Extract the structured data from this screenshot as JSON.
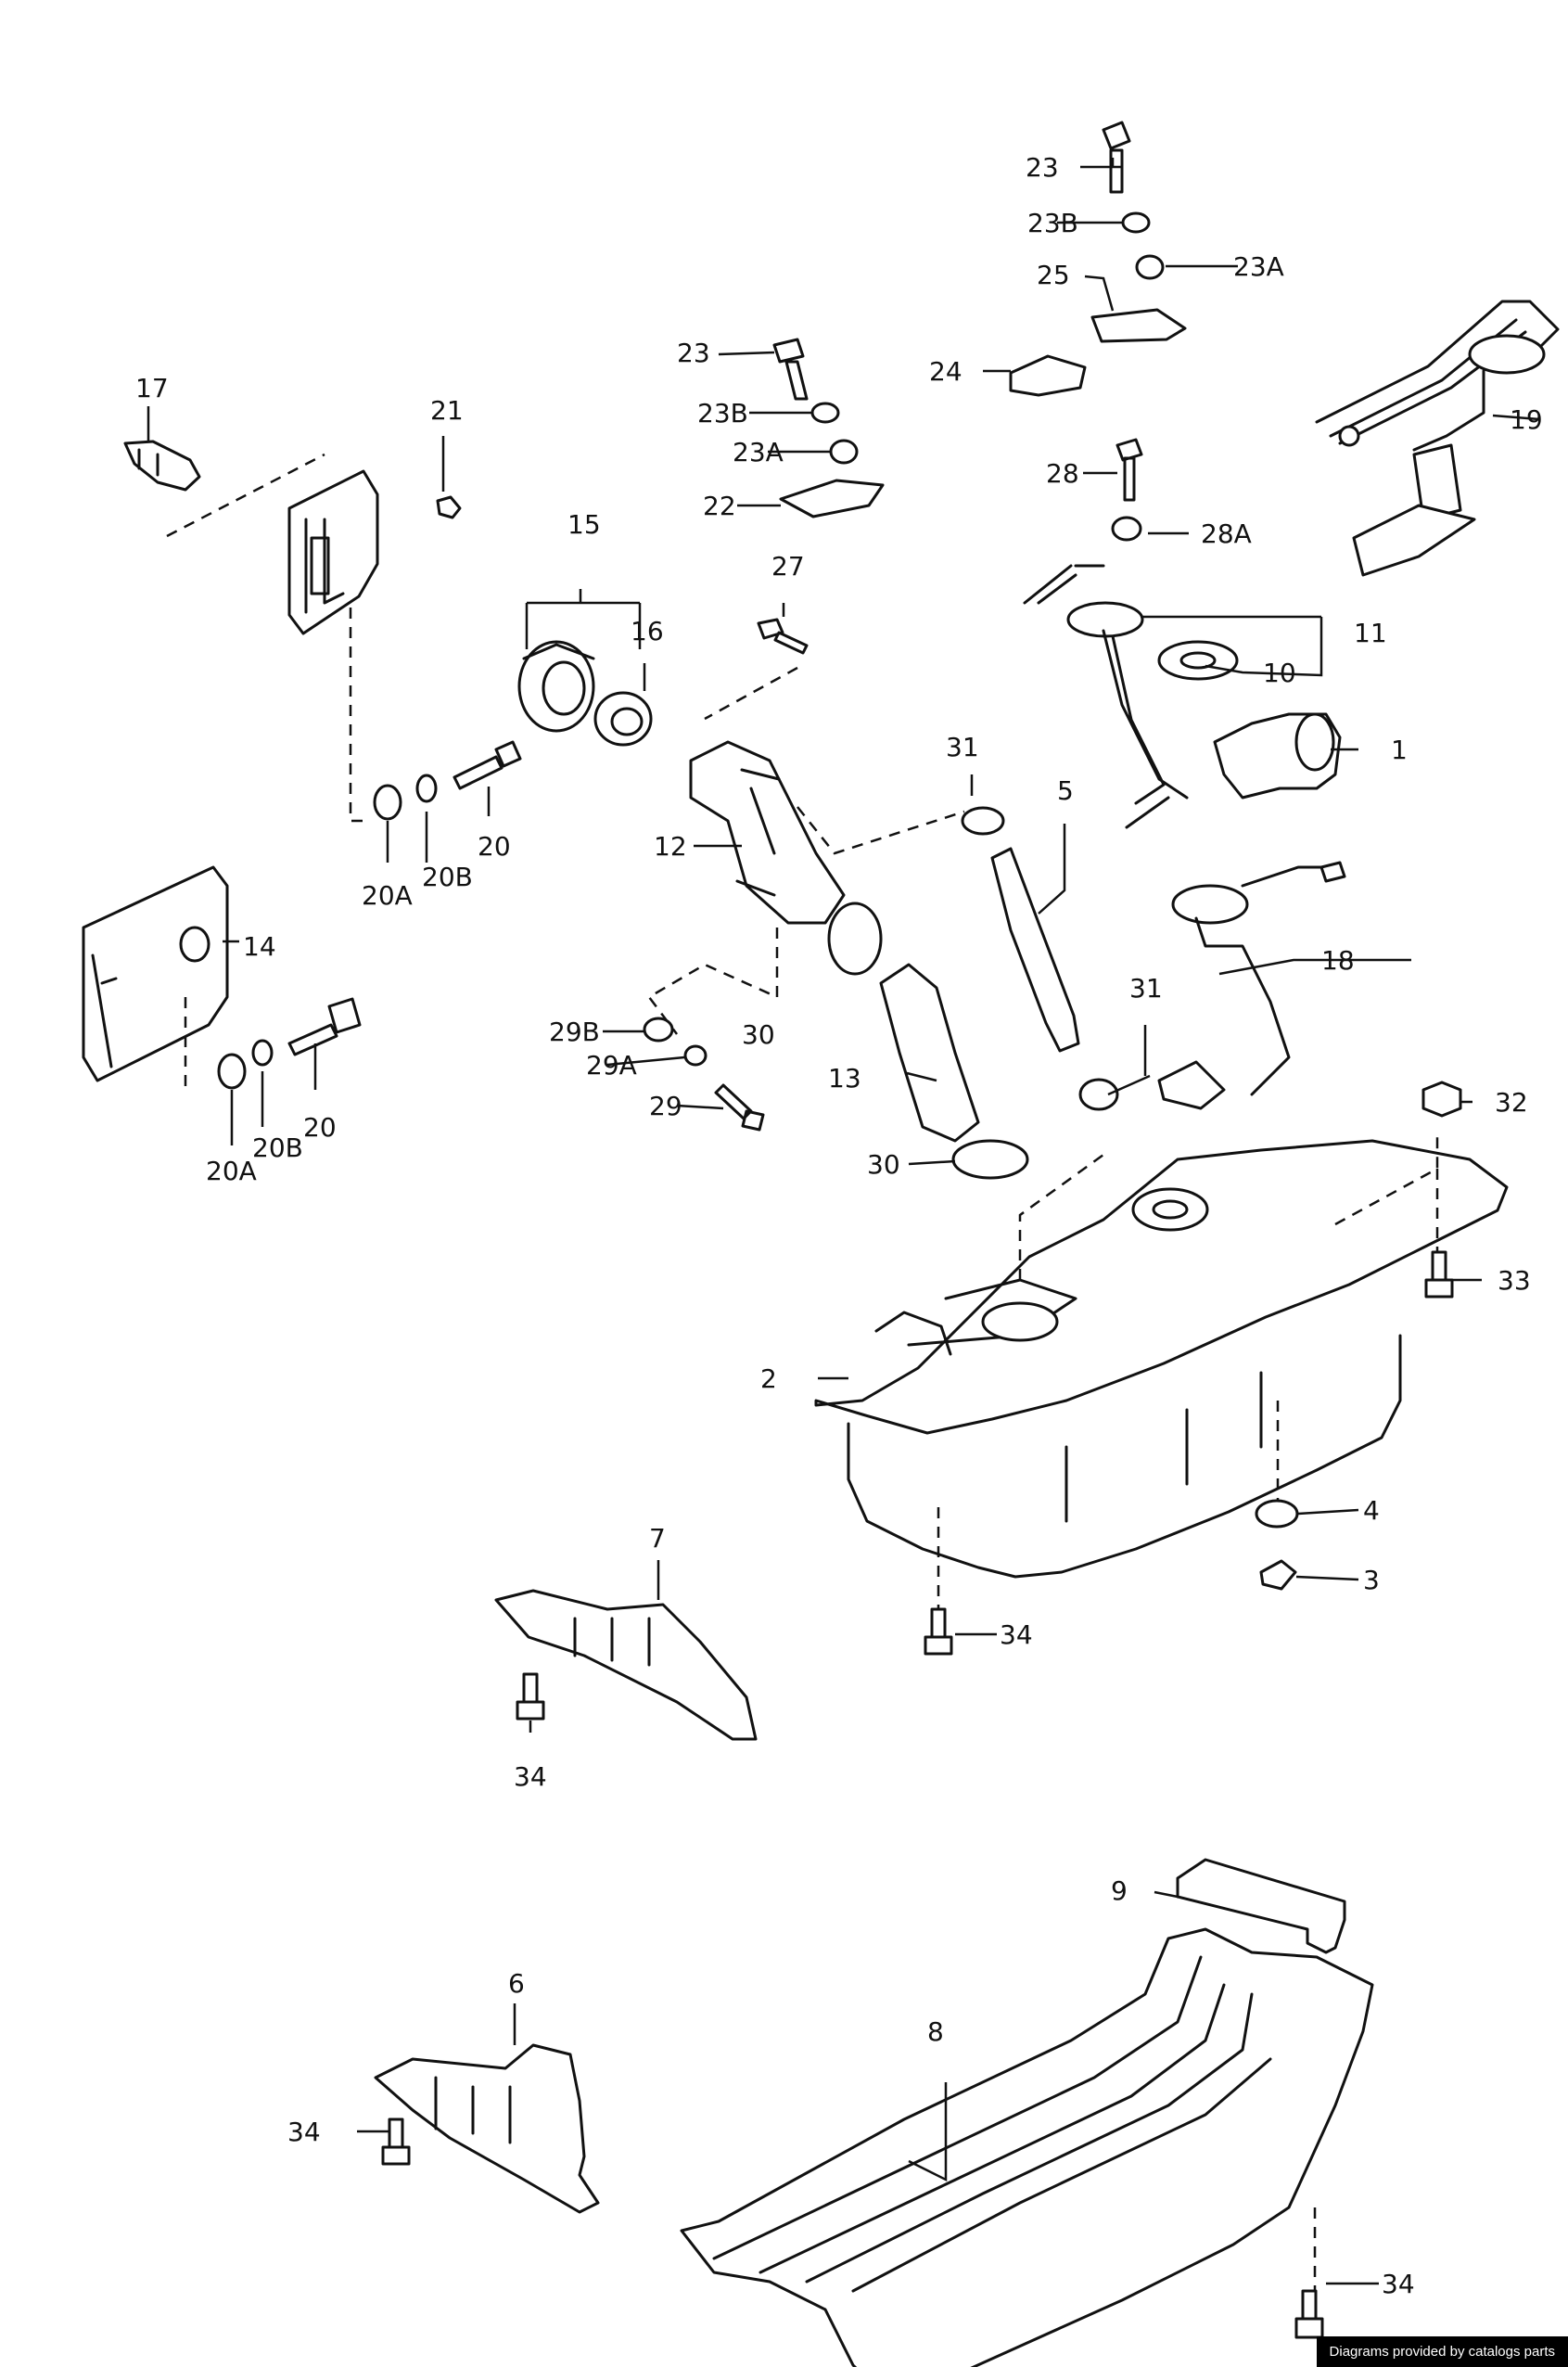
{
  "diagram": {
    "labels": {
      "p1": "1",
      "p2": "2",
      "p3": "3",
      "p4": "4",
      "p5": "5",
      "p6": "6",
      "p7": "7",
      "p8": "8",
      "p9": "9",
      "p10": "10",
      "p11": "11",
      "p12": "12",
      "p13": "13",
      "p14": "14",
      "p15": "15",
      "p16": "16",
      "p17": "17",
      "p18": "18",
      "p19": "19",
      "p20a": "20",
      "p20b": "20",
      "p20A_a": "20A",
      "p20A_b": "20A",
      "p20B_a": "20B",
      "p20B_b": "20B",
      "p21": "21",
      "p22": "22",
      "p23a": "23",
      "p23b": "23",
      "p23A_a": "23A",
      "p23A_b": "23A",
      "p23B_a": "23B",
      "p23B_b": "23B",
      "p24": "24",
      "p25": "25",
      "p27": "27",
      "p28": "28",
      "p28A": "28A",
      "p29": "29",
      "p29A": "29A",
      "p29B": "29B",
      "p30a": "30",
      "p30b": "30",
      "p31a": "31",
      "p31b": "31",
      "p32": "32",
      "p33": "33",
      "p34a": "34",
      "p34b": "34",
      "p34c": "34",
      "p34d": "34"
    }
  },
  "footer": {
    "credit": "Diagrams provided by catalogs parts"
  }
}
